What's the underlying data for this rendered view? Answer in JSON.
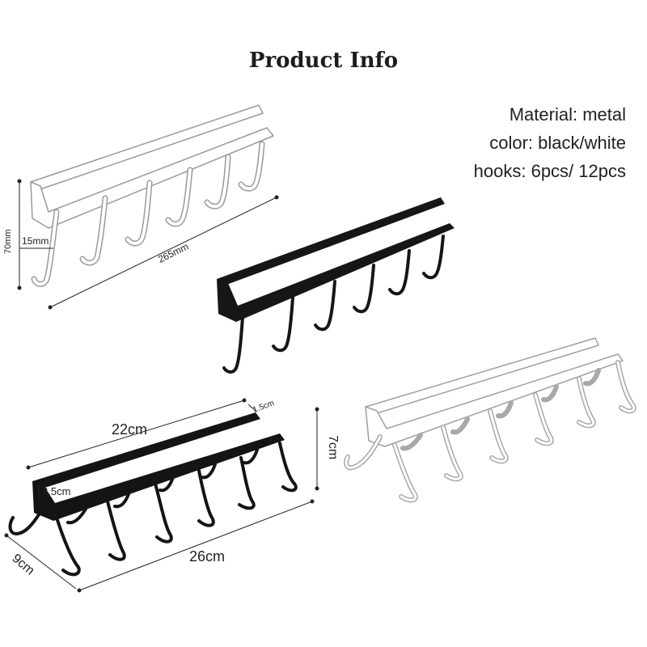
{
  "header": {
    "title": "Product Info"
  },
  "specs": {
    "material": "Material: metal",
    "color": "color: black/white",
    "hooks": "hooks: 6pcs/ 12pcs"
  },
  "dimensions": {
    "white_height": "70mm",
    "white_depth": "15mm",
    "white_length": "265mm",
    "black_length_top": "22cm",
    "black_width_top": "1.5cm",
    "black_gap": "2.5cm",
    "black_height": "7cm",
    "black_length": "26cm",
    "black_depth": "9cm"
  },
  "colors": {
    "white_hanger": "#ffffff",
    "black_hanger": "#151515",
    "outline": "#9a9a9a",
    "dim_line": "#222222"
  }
}
